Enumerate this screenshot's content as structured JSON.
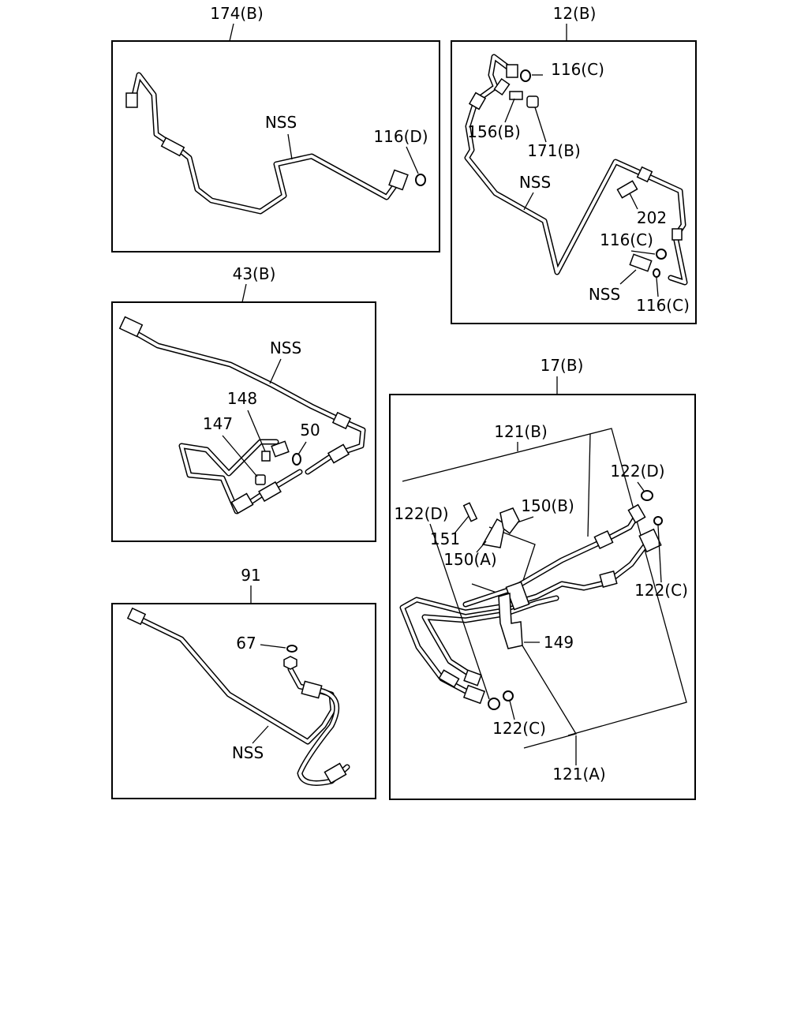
{
  "panels": {
    "p174": {
      "title": "174(B)",
      "labels": {
        "nss": "NSS",
        "c116d": "116(D)"
      }
    },
    "p12": {
      "title": "12(B)",
      "labels": {
        "c116c_a": "116(C)",
        "c156b": "156(B)",
        "c171b": "171(B)",
        "nss_a": "NSS",
        "c202": "202",
        "c116c_b": "116(C)",
        "nss_b": "NSS",
        "c116c_c": "116(C)"
      }
    },
    "p43": {
      "title": "43(B)",
      "labels": {
        "nss": "NSS",
        "c148": "148",
        "c147": "147",
        "c50": "50"
      }
    },
    "p17": {
      "title": "17(B)",
      "labels": {
        "c121b": "121(B)",
        "c122d_a": "122(D)",
        "c122d_b": "122(D)",
        "c150b": "150(B)",
        "c151": "151",
        "c150a": "150(A)",
        "c122c_a": "122(C)",
        "c149": "149",
        "c122c_b": "122(C)",
        "c121a": "121(A)"
      }
    },
    "p91": {
      "title": "91",
      "labels": {
        "c67": "67",
        "nss": "NSS"
      }
    }
  }
}
